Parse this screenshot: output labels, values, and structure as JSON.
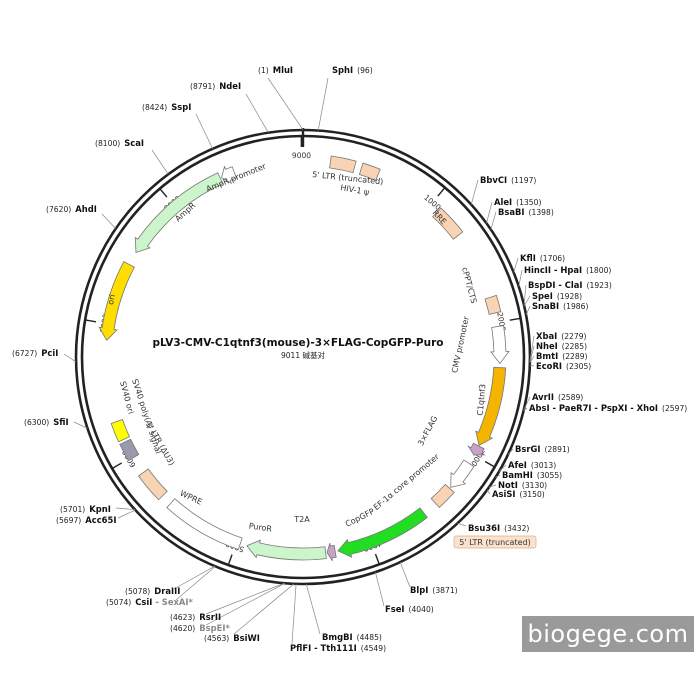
{
  "plasmid": {
    "name": "pLV3-CMV-C1qtnf3(mouse)-3×FLAG-CopGFP-Puro",
    "size_label": "9011 碱基对",
    "length": 9011
  },
  "ticks": [
    {
      "pos": 1000,
      "label": "1000"
    },
    {
      "pos": 2000,
      "label": "2000"
    },
    {
      "pos": 3000,
      "label": "3000"
    },
    {
      "pos": 4000,
      "label": "4000"
    },
    {
      "pos": 5000,
      "label": "5000"
    },
    {
      "pos": 6000,
      "label": "6000"
    },
    {
      "pos": 7000,
      "label": "7000"
    },
    {
      "pos": 8000,
      "label": "8000"
    },
    {
      "pos": 9000,
      "label": "9000"
    }
  ],
  "features": [
    {
      "name": "5' LTR (truncated)",
      "start": 200,
      "end": 380,
      "type": "box",
      "color": "#f9d4b4"
    },
    {
      "name": "HIV-1 ψ",
      "start": 430,
      "end": 560,
      "type": "box",
      "color": "#f9d4b4"
    },
    {
      "name": "RRE",
      "start": 1070,
      "end": 1300,
      "type": "box",
      "color": "#f9d4b4"
    },
    {
      "name": "cPPT/CTS",
      "start": 1810,
      "end": 1930,
      "type": "box",
      "color": "#f9d4b4"
    },
    {
      "name": "CMV promoter",
      "start": 2030,
      "end": 2300,
      "type": "arrow",
      "dir": 1,
      "color": "#ffffff"
    },
    {
      "name": "C1qtnf3",
      "start": 2330,
      "end": 2920,
      "type": "arrow",
      "dir": 1,
      "color": "#f4b400"
    },
    {
      "name": "3×FLAG",
      "start": 2925,
      "end": 3000,
      "type": "arrow",
      "dir": 1,
      "color": "#c8a0c8"
    },
    {
      "name": "EF-1α core promoter",
      "start": 3070,
      "end": 3290,
      "type": "arrow",
      "dir": 1,
      "color": "#ffffff"
    },
    {
      "name": "",
      "start": 3300,
      "end": 3450,
      "type": "box",
      "color": "#f9d4b4"
    },
    {
      "name": "CopGFP",
      "start": 3560,
      "end": 4250,
      "type": "arrow",
      "dir": 1,
      "color": "#22dd22"
    },
    {
      "name": "T2A",
      "start": 4270,
      "end": 4330,
      "type": "arrow",
      "dir": 1,
      "color": "#c8a0c8"
    },
    {
      "name": "PuroR",
      "start": 4340,
      "end": 4920,
      "type": "arrow",
      "dir": 1,
      "color": "#ccf5cc"
    },
    {
      "name": "WPRE",
      "start": 4970,
      "end": 5560,
      "type": "box",
      "color": "#ffffff"
    },
    {
      "name": "3' LTR (ΔU3)",
      "start": 5640,
      "end": 5860,
      "type": "box",
      "color": "#f9d4b4"
    },
    {
      "name": "SV40 poly(A) signal",
      "start": 5990,
      "end": 6120,
      "type": "box",
      "color": "#999aab"
    },
    {
      "name": "SV40 ori",
      "start": 6140,
      "end": 6280,
      "type": "box",
      "color": "#ffff00"
    },
    {
      "name": "ori",
      "start": 6880,
      "end": 7460,
      "type": "arrow",
      "dir": -1,
      "color": "#ffdd00"
    },
    {
      "name": "AmpR",
      "start": 7560,
      "end": 8390,
      "type": "arrow",
      "dir": -1,
      "color": "#ccf5cc"
    },
    {
      "name": "AmpR promoter",
      "start": 8400,
      "end": 8500,
      "type": "arrow",
      "dir": -1,
      "color": "#ffffff"
    }
  ],
  "feature_labels": {
    "ltr5": "5' LTR (truncated)",
    "psi": "HIV-1 ψ",
    "rre": "RRE",
    "cppt": "cPPT/CTS",
    "cmv": "CMV promoter",
    "gene": "C1qtnf3",
    "flag": "3×FLAG",
    "ef1a": "EF-1α core promoter",
    "copgfp": "CopGFP",
    "t2a": "T2A",
    "puror": "PuroR",
    "wpre": "WPRE",
    "ltr3": "3' LTR (ΔU3)",
    "sv40pa": "SV40 poly(A) signal",
    "sv40ori": "SV40 ori",
    "ori": "ori",
    "ampr": "AmpR",
    "amppro": "AmpR promoter"
  },
  "sites": [
    {
      "id": "mlu",
      "name": "MluI",
      "pos": "(1)",
      "bp": 1,
      "side": "left",
      "gray": false
    },
    {
      "id": "sph",
      "name": "SphI",
      "pos": "(96)",
      "bp": 96,
      "side": "right",
      "gray": false
    },
    {
      "id": "nde",
      "name": "NdeI",
      "pos": "(8791)",
      "bp": 8791,
      "side": "left",
      "gray": false
    },
    {
      "id": "ssp",
      "name": "SspI",
      "pos": "(8424)",
      "bp": 8424,
      "side": "left",
      "gray": false
    },
    {
      "id": "sca",
      "name": "ScaI",
      "pos": "(8100)",
      "bp": 8100,
      "side": "left",
      "gray": false
    },
    {
      "id": "ahd",
      "name": "AhdI",
      "pos": "(7620)",
      "bp": 7620,
      "side": "left",
      "gray": false
    },
    {
      "id": "pci",
      "name": "PciI",
      "pos": "(6727)",
      "bp": 6727,
      "side": "left",
      "gray": false
    },
    {
      "id": "sfi",
      "name": "SfiI",
      "pos": "(6300)",
      "bp": 6300,
      "side": "left",
      "gray": false
    },
    {
      "id": "kpn",
      "name": "KpnI",
      "pos": "(5701)",
      "bp": 5701,
      "side": "left",
      "gray": false
    },
    {
      "id": "acc65",
      "name": "Acc65I",
      "pos": "(5697)",
      "bp": 5697,
      "side": "left",
      "gray": false
    },
    {
      "id": "dra3",
      "name": "DraIII",
      "pos": "(5078)",
      "bp": 5078,
      "side": "left",
      "gray": false
    },
    {
      "id": "csi",
      "name": "CsiI",
      "pos": "(5074)",
      "bp": 5074,
      "side": "left",
      "gray": false
    },
    {
      "id": "sexai",
      "name": "SexAI*",
      "pos": "",
      "bp": 5074,
      "side": "left",
      "gray": true
    },
    {
      "id": "rsr2",
      "name": "RsrII",
      "pos": "(4623)",
      "bp": 4623,
      "side": "left",
      "gray": false
    },
    {
      "id": "bspei",
      "name": "BspEI*",
      "pos": "(4620)",
      "bp": 4620,
      "side": "left",
      "gray": true
    },
    {
      "id": "bsiwi",
      "name": "BsiWI",
      "pos": "(4563)",
      "bp": 4563,
      "side": "left",
      "gray": false
    },
    {
      "id": "bmgbi",
      "name": "BmgBI",
      "pos": "(4485)",
      "bp": 4485,
      "side": "right",
      "gray": false
    },
    {
      "id": "pflfi",
      "name": "PflFI - Tth111I",
      "pos": "(4549)",
      "bp": 4549,
      "side": "right",
      "gray": false
    },
    {
      "id": "fse",
      "name": "FseI",
      "pos": "(4040)",
      "bp": 4040,
      "side": "right",
      "gray": false
    },
    {
      "id": "blp",
      "name": "BlpI",
      "pos": "(3871)",
      "bp": 3871,
      "side": "right",
      "gray": false
    },
    {
      "id": "bsu36",
      "name": "Bsu36I",
      "pos": "(3432)",
      "bp": 3432,
      "side": "right",
      "gray": false
    },
    {
      "id": "asisi",
      "name": "AsiSI",
      "pos": "(3150)",
      "bp": 3150,
      "side": "right",
      "gray": false
    },
    {
      "id": "not",
      "name": "NotI",
      "pos": "(3130)",
      "bp": 3130,
      "side": "right",
      "gray": false
    },
    {
      "id": "bamhi",
      "name": "BamHI",
      "pos": "(3055)",
      "bp": 3055,
      "side": "right",
      "gray": false
    },
    {
      "id": "afe",
      "name": "AfeI",
      "pos": "(3013)",
      "bp": 3013,
      "side": "right",
      "gray": false
    },
    {
      "id": "bsrgi",
      "name": "BsrGI",
      "pos": "(2891)",
      "bp": 2891,
      "side": "right",
      "gray": false
    },
    {
      "id": "absi",
      "name": "AbsI - PaeR7I - PspXI - XhoI",
      "pos": "(2597)",
      "bp": 2597,
      "side": "right",
      "gray": false
    },
    {
      "id": "avr2",
      "name": "AvrII",
      "pos": "(2589)",
      "bp": 2589,
      "side": "right",
      "gray": false
    },
    {
      "id": "ecori",
      "name": "EcoRI",
      "pos": "(2305)",
      "bp": 2305,
      "side": "right",
      "gray": false
    },
    {
      "id": "bmti",
      "name": "BmtI",
      "pos": "(2289)",
      "bp": 2289,
      "side": "right",
      "gray": false
    },
    {
      "id": "nhei",
      "name": "NheI",
      "pos": "(2285)",
      "bp": 2285,
      "side": "right",
      "gray": false
    },
    {
      "id": "xbai",
      "name": "XbaI",
      "pos": "(2279)",
      "bp": 2279,
      "side": "right",
      "gray": false
    },
    {
      "id": "snabi",
      "name": "SnaBI",
      "pos": "(1986)",
      "bp": 1986,
      "side": "right",
      "gray": false
    },
    {
      "id": "spei",
      "name": "SpeI",
      "pos": "(1928)",
      "bp": 1928,
      "side": "right",
      "gray": false
    },
    {
      "id": "bspdi",
      "name": "BspDI - ClaI",
      "pos": "(1923)",
      "bp": 1923,
      "side": "right",
      "gray": false
    },
    {
      "id": "hinc2",
      "name": "HincII - HpaI",
      "pos": "(1800)",
      "bp": 1800,
      "side": "right",
      "gray": false
    },
    {
      "id": "kfli",
      "name": "KflI",
      "pos": "(1706)",
      "bp": 1706,
      "side": "right",
      "gray": false
    },
    {
      "id": "bsabi",
      "name": "BsaBI",
      "pos": "(1398)",
      "bp": 1398,
      "side": "right",
      "gray": false
    },
    {
      "id": "alei",
      "name": "AleI",
      "pos": "(1350)",
      "bp": 1350,
      "side": "right",
      "gray": false
    },
    {
      "id": "bbvci",
      "name": "BbvCI",
      "pos": "(1197)",
      "bp": 1197,
      "side": "right",
      "gray": false
    }
  ],
  "ltr_callout": "5' LTR (truncated)",
  "watermark": "biogege.com"
}
